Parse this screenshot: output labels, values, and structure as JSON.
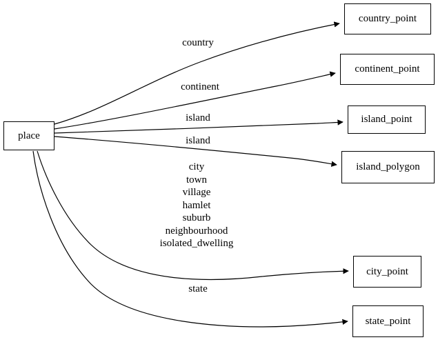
{
  "graph": {
    "title": "place",
    "background_color": "#ffffff",
    "stroke_color": "#000000",
    "text_color": "#000000",
    "source_node": {
      "id": "place",
      "label": "place"
    },
    "target_nodes": [
      {
        "id": "country_point",
        "label": "country_point"
      },
      {
        "id": "continent_point",
        "label": "continent_point"
      },
      {
        "id": "island_point",
        "label": "island_point"
      },
      {
        "id": "island_polygon",
        "label": "island_polygon"
      },
      {
        "id": "city_point",
        "label": "city_point"
      },
      {
        "id": "state_point",
        "label": "state_point"
      }
    ],
    "edges": [
      {
        "from": "place",
        "to": "country_point",
        "label": "country"
      },
      {
        "from": "place",
        "to": "continent_point",
        "label": "continent"
      },
      {
        "from": "place",
        "to": "island_point",
        "label": "island"
      },
      {
        "from": "place",
        "to": "island_polygon",
        "label": "island"
      },
      {
        "from": "place",
        "to": "city_point",
        "label": "city\ntown\nvillage\nhamlet\nsuburb\nneighbourhood\nisolated_dwelling"
      },
      {
        "from": "place",
        "to": "state_point",
        "label": "state"
      }
    ]
  }
}
